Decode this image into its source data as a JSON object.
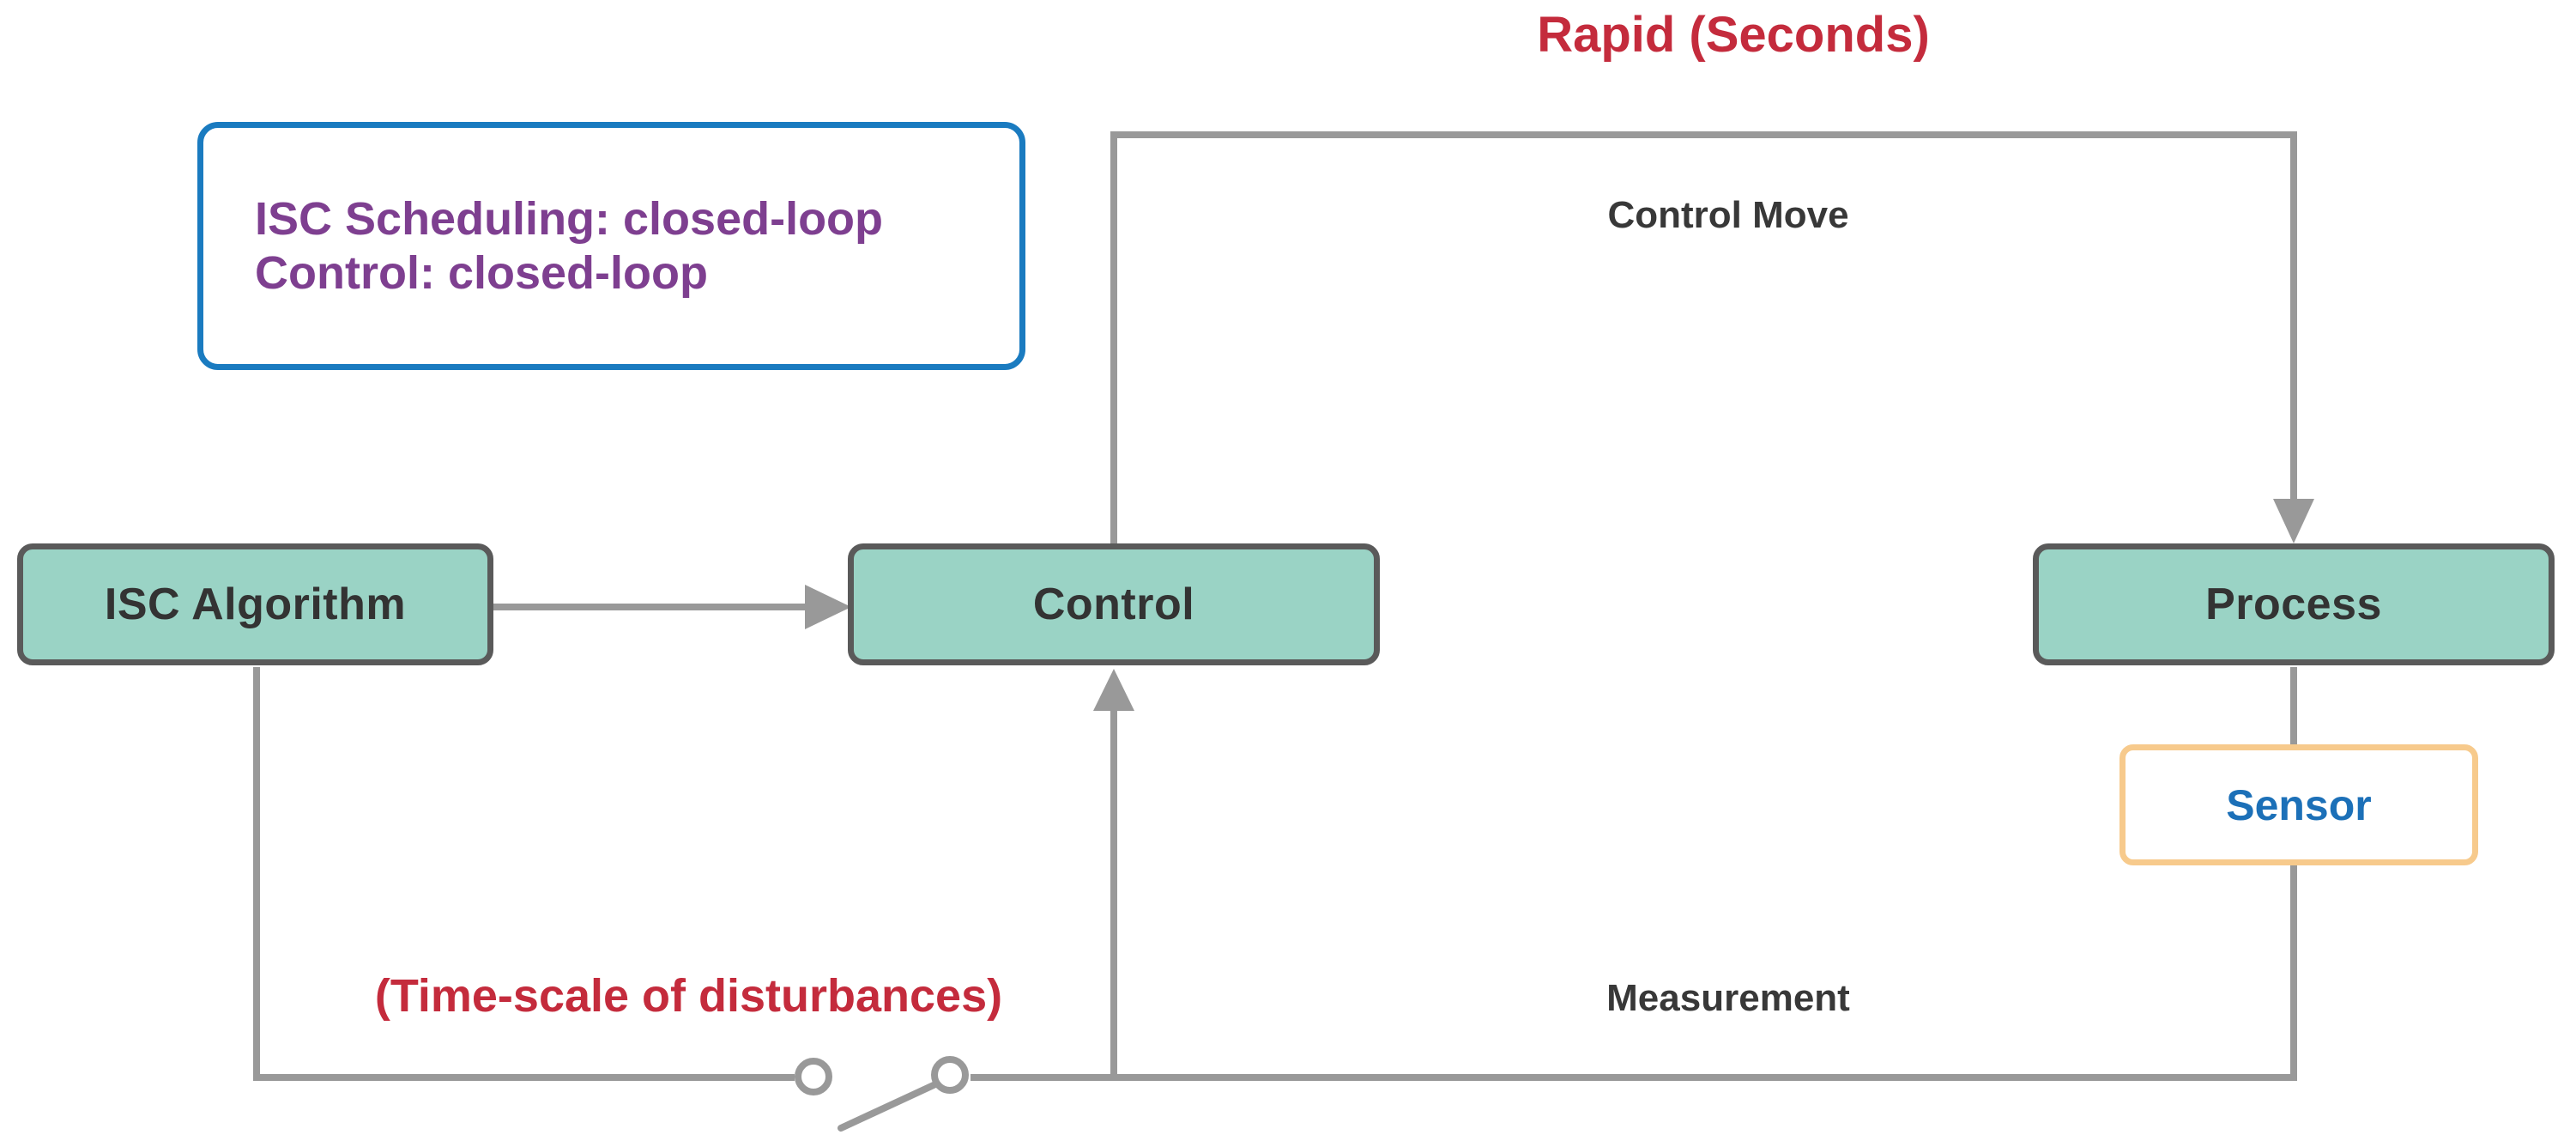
{
  "diagram": {
    "title": "Rapid (Seconds)",
    "note": {
      "line1": "ISC Scheduling: closed-loop",
      "line2": "Control: closed-loop"
    },
    "nodes": {
      "isc_algorithm": "ISC Algorithm",
      "control": "Control",
      "process": "Process",
      "sensor": "Sensor"
    },
    "edge_labels": {
      "control_move": "Control Move",
      "measurement": "Measurement",
      "timescale": "(Time-scale of disturbances)"
    },
    "colors": {
      "node_fill_teal": "#9AD3C5",
      "node_border_gray": "#5A5A5A",
      "node_text": "#333333",
      "wire_gray": "#999999",
      "accent_red": "#C42B3C",
      "note_border_blue": "#1A7BC0",
      "note_text_purple": "#7E3F90",
      "sensor_border_orange": "#F7CA8C",
      "sensor_text_blue": "#1C70B8"
    },
    "switch_state": "open"
  }
}
